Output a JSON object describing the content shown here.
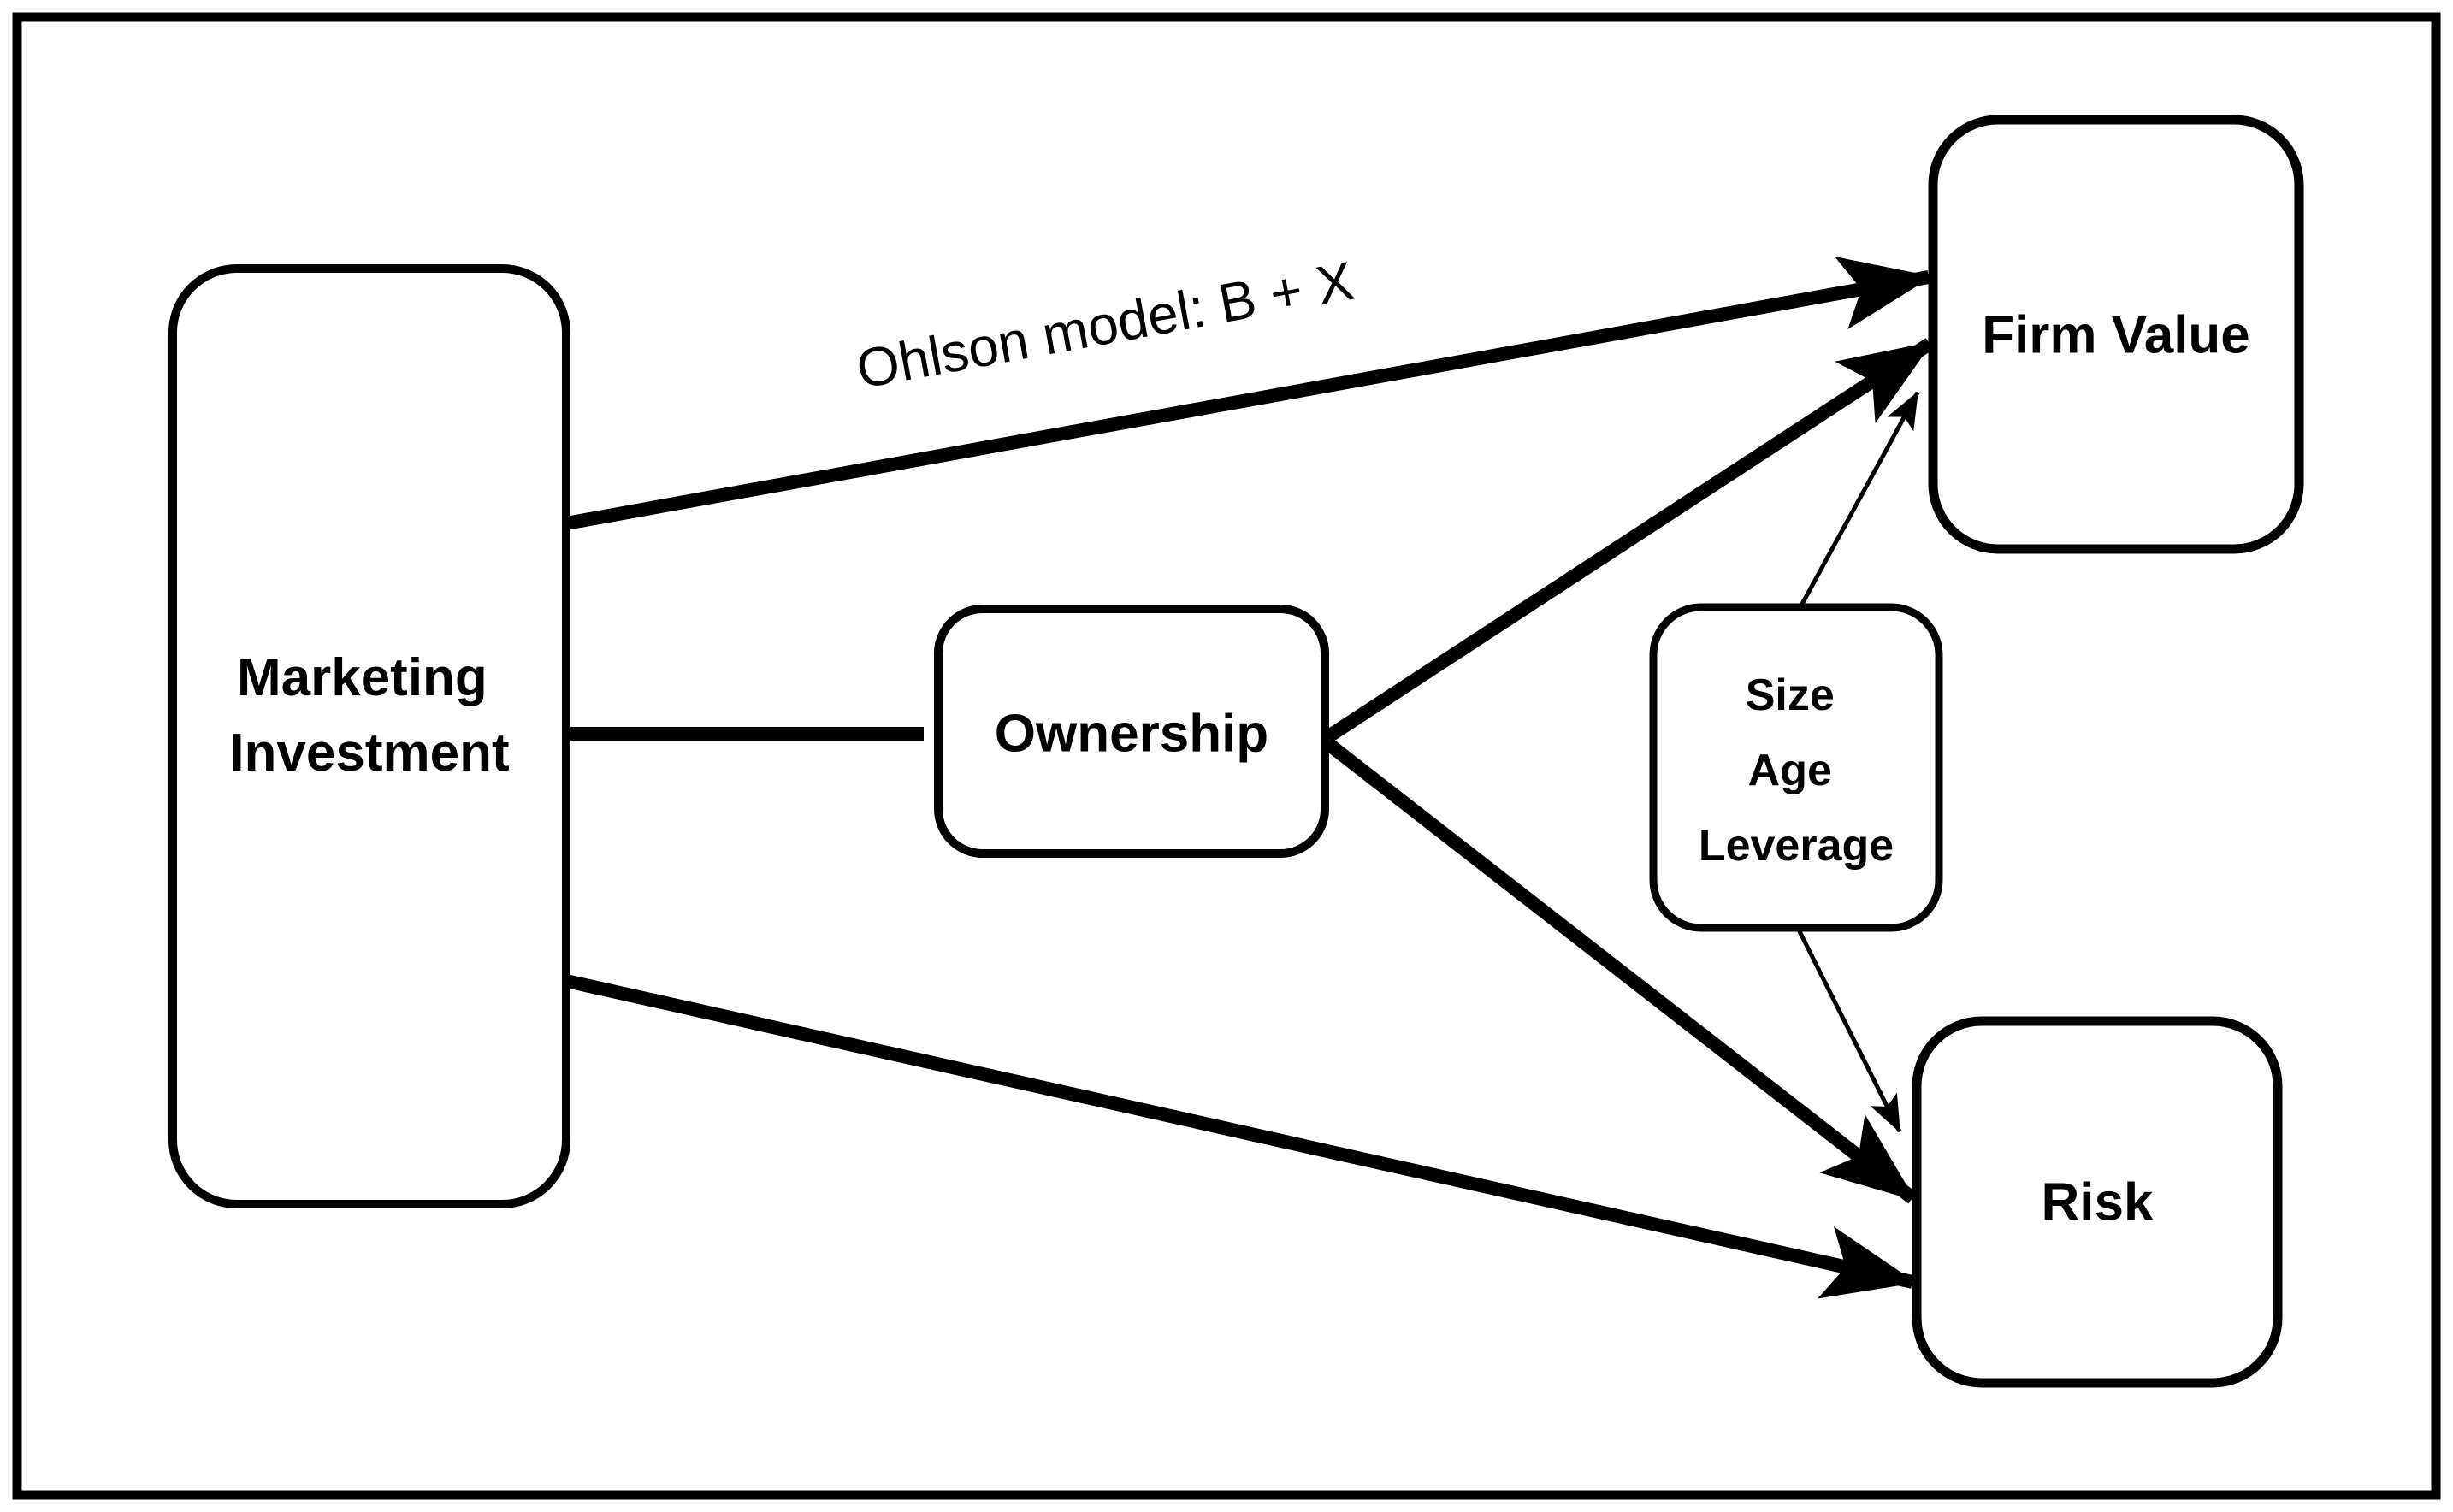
{
  "figure": {
    "type": "conceptual-model-diagram",
    "colors": {
      "ink": "#000000",
      "background": "#ffffff"
    }
  },
  "nodes": {
    "marketing_investment": {
      "lines": [
        "Marketing",
        "Investment"
      ]
    },
    "ownership": {
      "label": "Ownership"
    },
    "firm_value": {
      "label": "Firm Value"
    },
    "risk": {
      "label": "Risk"
    },
    "control_variables": {
      "lines": [
        "Size",
        "Age",
        "Leverage"
      ]
    }
  },
  "edges": {
    "mi_to_firm_value": {
      "label": "Ohlson model: B + X",
      "from": "Marketing Investment",
      "to": "Firm Value",
      "style": "bold",
      "arrowhead": true
    },
    "mi_to_ownership": {
      "from": "Marketing Investment",
      "to": "Ownership",
      "style": "bold",
      "arrowhead": false
    },
    "mi_to_risk": {
      "from": "Marketing Investment",
      "to": "Risk",
      "style": "bold",
      "arrowhead": true
    },
    "ownership_to_firm_value": {
      "from": "Ownership",
      "to": "Firm Value",
      "style": "bold",
      "arrowhead": true
    },
    "ownership_to_risk": {
      "from": "Ownership",
      "to": "Risk",
      "style": "bold",
      "arrowhead": true
    },
    "controls_to_firm_value": {
      "from": "Size Age Leverage",
      "to": "Firm Value",
      "style": "thin",
      "arrowhead": true
    },
    "controls_to_risk": {
      "from": "Size Age Leverage",
      "to": "Risk",
      "style": "thin",
      "arrowhead": true
    }
  }
}
